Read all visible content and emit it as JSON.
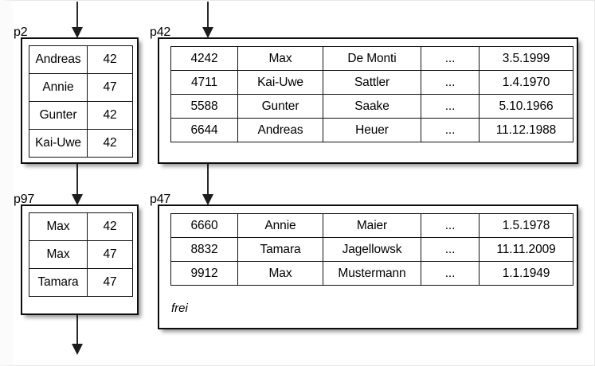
{
  "diagram": {
    "title": "hash-index-page-overview",
    "background_color": "#ffffff",
    "line_color": "#0d0d0d",
    "arrow_color": "#2a2a2a"
  },
  "pages": [
    {
      "id": "p2",
      "label": "p2",
      "kind": "index-page",
      "columns": [
        "key",
        "pointer"
      ],
      "rows": [
        {
          "key": "Andreas",
          "pointer": "42"
        },
        {
          "key": "Annie",
          "pointer": "47"
        },
        {
          "key": "Gunter",
          "pointer": "42"
        },
        {
          "key": "Kai-Uwe",
          "pointer": "42"
        }
      ],
      "free_label": null
    },
    {
      "id": "p42",
      "label": "p42",
      "kind": "data-page",
      "columns": [
        "id",
        "firstname",
        "lastname",
        "more",
        "date"
      ],
      "rows": [
        {
          "id": "4242",
          "firstname": "Max",
          "lastname": "De Monti",
          "more": "...",
          "date": "3.5.1999"
        },
        {
          "id": "4711",
          "firstname": "Kai-Uwe",
          "lastname": "Sattler",
          "more": "...",
          "date": "1.4.1970"
        },
        {
          "id": "5588",
          "firstname": "Gunter",
          "lastname": "Saake",
          "more": "...",
          "date": "5.10.1966"
        },
        {
          "id": "6644",
          "firstname": "Andreas",
          "lastname": "Heuer",
          "more": "...",
          "date": "11.12.1988"
        }
      ],
      "free_label": null
    },
    {
      "id": "p97",
      "label": "p97",
      "kind": "index-page",
      "columns": [
        "key",
        "pointer"
      ],
      "rows": [
        {
          "key": "Max",
          "pointer": "42"
        },
        {
          "key": "Max",
          "pointer": "47"
        },
        {
          "key": "Tamara",
          "pointer": "47"
        }
      ],
      "free_label": null
    },
    {
      "id": "p47",
      "label": "p47",
      "kind": "data-page",
      "columns": [
        "id",
        "firstname",
        "lastname",
        "more",
        "date"
      ],
      "rows": [
        {
          "id": "6660",
          "firstname": "Annie",
          "lastname": "Maier",
          "more": "...",
          "date": "1.5.1978"
        },
        {
          "id": "8832",
          "firstname": "Tamara",
          "lastname": "Jagellowsk",
          "more": "...",
          "date": "11.11.2009"
        },
        {
          "id": "9912",
          "firstname": "Max",
          "lastname": "Mustermann",
          "more": "...",
          "date": "1.1.1949"
        }
      ],
      "free_label": "frei"
    }
  ],
  "arrows": [
    {
      "name": "arrow-into-p2",
      "from": "above",
      "to": "p2"
    },
    {
      "name": "arrow-into-p42",
      "from": "above",
      "to": "p42"
    },
    {
      "name": "arrow-p2-to-p97",
      "from": "p2",
      "to": "p97"
    },
    {
      "name": "arrow-p42-to-p47",
      "from": "p42",
      "to": "p47"
    },
    {
      "name": "arrow-out-of-p97",
      "from": "p97",
      "to": "below"
    }
  ]
}
